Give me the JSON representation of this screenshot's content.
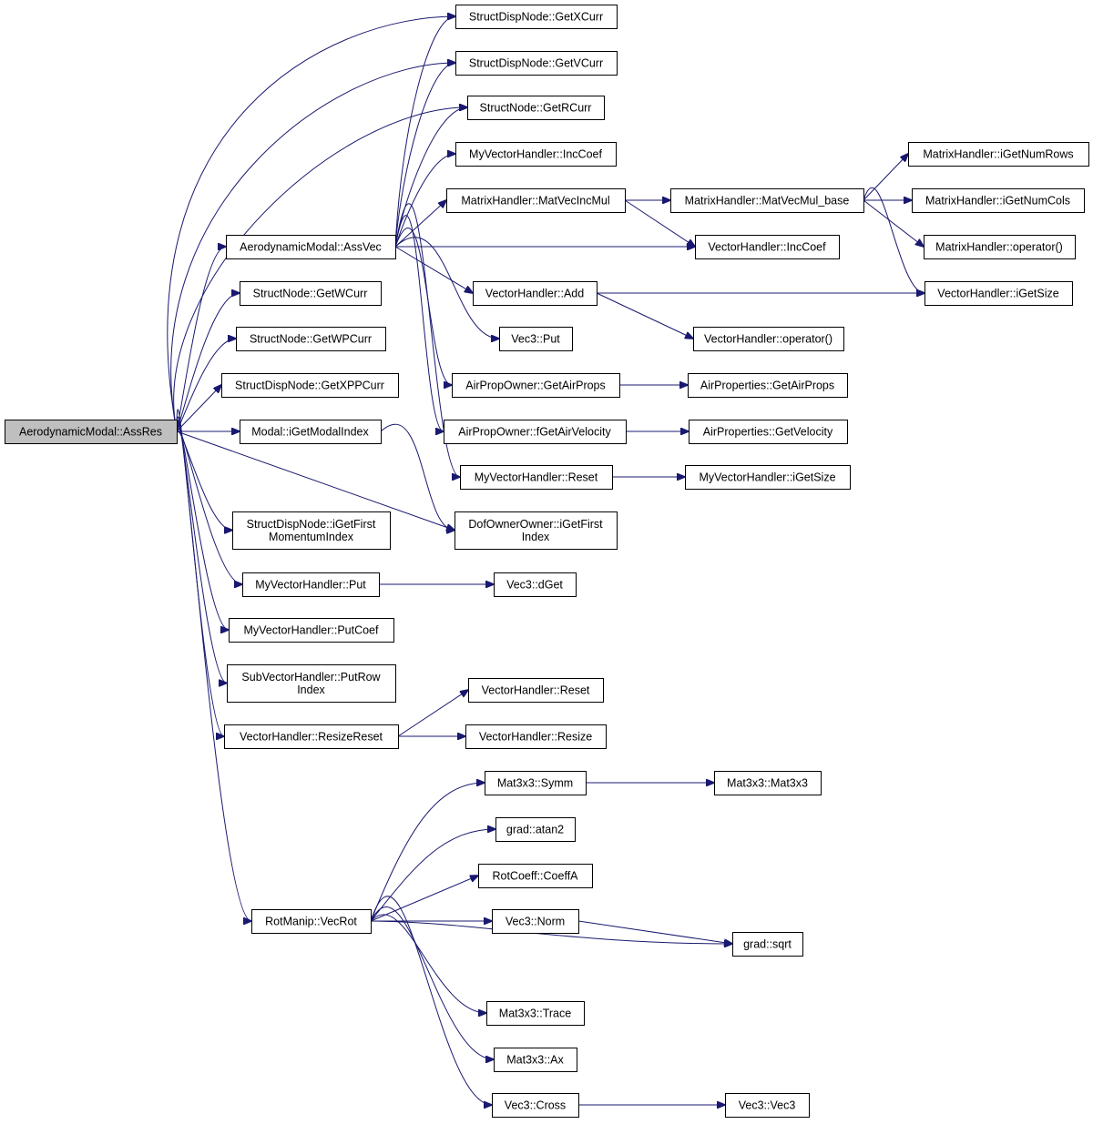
{
  "diagram": {
    "type": "call-graph",
    "colors": {
      "edge": "#191970",
      "node_border": "#000000",
      "root_fill": "#bfbfbf",
      "node_fill": "#ffffff"
    },
    "nodes": [
      {
        "id": "assres",
        "lines": [
          "AerodynamicModal::AssRes"
        ],
        "root": true
      },
      {
        "id": "getxcurr",
        "lines": [
          "StructDispNode::GetXCurr"
        ]
      },
      {
        "id": "getvcurr",
        "lines": [
          "StructDispNode::GetVCurr"
        ]
      },
      {
        "id": "getrcurr",
        "lines": [
          "StructNode::GetRCurr"
        ]
      },
      {
        "id": "myinccoef",
        "lines": [
          "MyVectorHandler::IncCoef"
        ]
      },
      {
        "id": "matvecincmul",
        "lines": [
          "MatrixHandler::MatVecIncMul"
        ]
      },
      {
        "id": "assvec",
        "lines": [
          "AerodynamicModal::AssVec"
        ]
      },
      {
        "id": "getwcurr",
        "lines": [
          "StructNode::GetWCurr"
        ]
      },
      {
        "id": "getwpcurr",
        "lines": [
          "StructNode::GetWPCurr"
        ]
      },
      {
        "id": "getxppcurr",
        "lines": [
          "StructDispNode::GetXPPCurr"
        ]
      },
      {
        "id": "igetmodalindex",
        "lines": [
          "Modal::iGetModalIndex"
        ]
      },
      {
        "id": "igetfirstmomentum",
        "lines": [
          "StructDispNode::iGetFirst",
          "MomentumIndex"
        ]
      },
      {
        "id": "igetfirstindex",
        "lines": [
          "DofOwnerOwner::iGetFirst",
          "Index"
        ]
      },
      {
        "id": "myput",
        "lines": [
          "MyVectorHandler::Put"
        ]
      },
      {
        "id": "myputcoef",
        "lines": [
          "MyVectorHandler::PutCoef"
        ]
      },
      {
        "id": "subputrow",
        "lines": [
          "SubVectorHandler::PutRow",
          "Index"
        ]
      },
      {
        "id": "resizereset",
        "lines": [
          "VectorHandler::ResizeReset"
        ]
      },
      {
        "id": "vhreset",
        "lines": [
          "VectorHandler::Reset"
        ]
      },
      {
        "id": "vhresize",
        "lines": [
          "VectorHandler::Resize"
        ]
      },
      {
        "id": "vecrot",
        "lines": [
          "RotManip::VecRot"
        ]
      },
      {
        "id": "matvecmulbase",
        "lines": [
          "MatrixHandler::MatVecMul_base"
        ]
      },
      {
        "id": "igetnumrows",
        "lines": [
          "MatrixHandler::iGetNumRows"
        ]
      },
      {
        "id": "igetnumcols",
        "lines": [
          "MatrixHandler::iGetNumCols"
        ]
      },
      {
        "id": "mhoperator",
        "lines": [
          "MatrixHandler::operator()"
        ]
      },
      {
        "id": "vhinccoef",
        "lines": [
          "VectorHandler::IncCoef"
        ]
      },
      {
        "id": "vhadd",
        "lines": [
          "VectorHandler::Add"
        ]
      },
      {
        "id": "vhigetsize",
        "lines": [
          "VectorHandler::iGetSize"
        ]
      },
      {
        "id": "vhoperator",
        "lines": [
          "VectorHandler::operator()"
        ]
      },
      {
        "id": "vec3put",
        "lines": [
          "Vec3::Put"
        ]
      },
      {
        "id": "getairprops_owner",
        "lines": [
          "AirPropOwner::GetAirProps"
        ]
      },
      {
        "id": "getairprops",
        "lines": [
          "AirProperties::GetAirProps"
        ]
      },
      {
        "id": "fgetairvelocity",
        "lines": [
          "AirPropOwner::fGetAirVelocity"
        ]
      },
      {
        "id": "getvelocity",
        "lines": [
          "AirProperties::GetVelocity"
        ]
      },
      {
        "id": "myreset",
        "lines": [
          "MyVectorHandler::Reset"
        ]
      },
      {
        "id": "myigetsize",
        "lines": [
          "MyVectorHandler::iGetSize"
        ]
      },
      {
        "id": "vec3dget",
        "lines": [
          "Vec3::dGet"
        ]
      },
      {
        "id": "symm",
        "lines": [
          "Mat3x3::Symm"
        ]
      },
      {
        "id": "mat3x3ctor",
        "lines": [
          "Mat3x3::Mat3x3"
        ]
      },
      {
        "id": "atan2",
        "lines": [
          "grad::atan2"
        ]
      },
      {
        "id": "coeffa",
        "lines": [
          "RotCoeff::CoeffA"
        ]
      },
      {
        "id": "norm",
        "lines": [
          "Vec3::Norm"
        ]
      },
      {
        "id": "sqrt",
        "lines": [
          "grad::sqrt"
        ]
      },
      {
        "id": "trace",
        "lines": [
          "Mat3x3::Trace"
        ]
      },
      {
        "id": "ax",
        "lines": [
          "Mat3x3::Ax"
        ]
      },
      {
        "id": "cross",
        "lines": [
          "Vec3::Cross"
        ]
      },
      {
        "id": "vec3ctor",
        "lines": [
          "Vec3::Vec3"
        ]
      }
    ]
  }
}
